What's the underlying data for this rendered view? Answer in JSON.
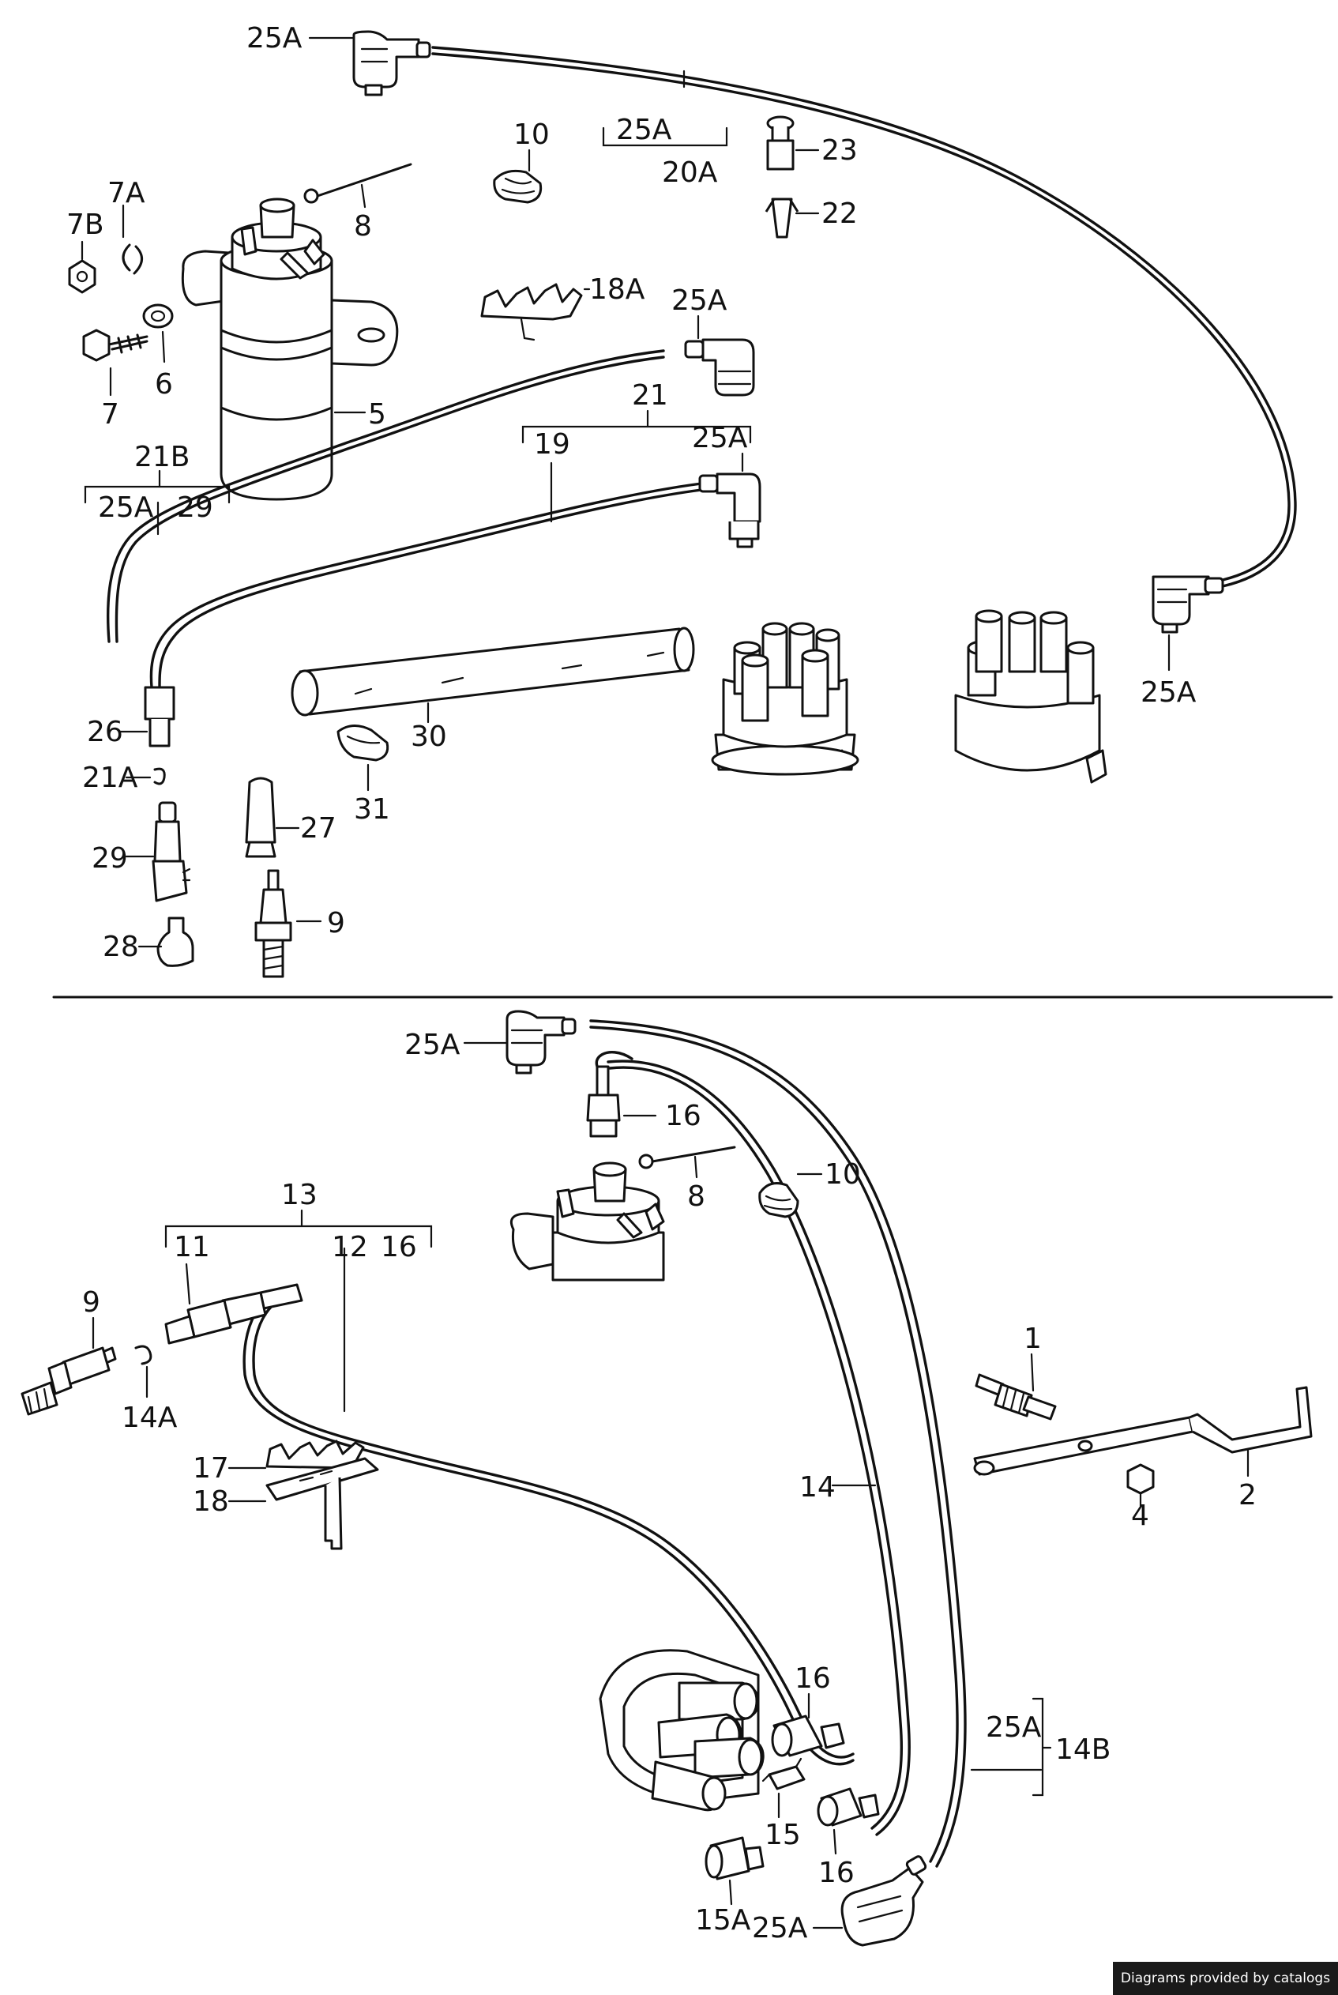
{
  "labels": {
    "l25a_top": "25A",
    "l25a_20a": "25A",
    "l20a": "20A",
    "l23": "23",
    "l22": "22",
    "l10": "10",
    "l8": "8",
    "l7a": "7A",
    "l7b": "7B",
    "l6": "6",
    "l7": "7",
    "l5": "5",
    "l18a": "18A",
    "l25a_b": "25A",
    "l21": "21",
    "l19": "19",
    "l25a_c": "25A",
    "l21b": "21B",
    "l25a_21b": "25A",
    "l29_21b": "29",
    "l25a_r": "25A",
    "l26": "26",
    "l30": "30",
    "l21a": "21A",
    "l31": "31",
    "l27": "27",
    "l29": "29",
    "l9": "9",
    "l28": "28",
    "b25a_top": "25A",
    "b16_top": "16",
    "b8": "8",
    "b10": "10",
    "b13": "13",
    "b11": "11",
    "b12": "12",
    "b16_13": "16",
    "b9": "9",
    "b14a": "14A",
    "b17": "17",
    "b18": "18",
    "b1": "1",
    "b2": "2",
    "b4": "4",
    "b14": "14",
    "b16_mid": "16",
    "b25a_14b": "25A",
    "b14b": "14B",
    "b15": "15",
    "b16_low": "16",
    "b15a": "15A",
    "b25a_bot": "25A"
  },
  "credit": "Diagrams provided by catalogs parts"
}
